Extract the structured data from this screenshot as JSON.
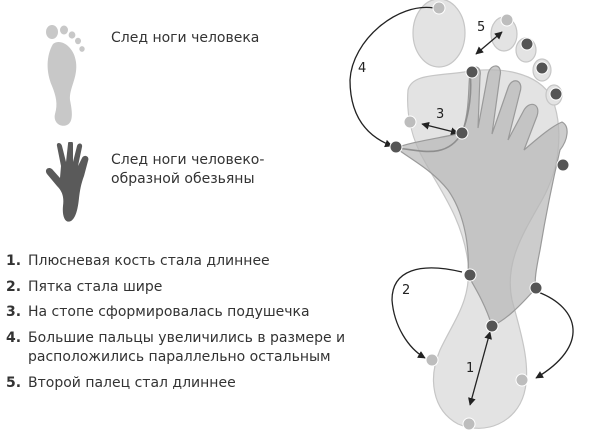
{
  "legend": {
    "human": "След ноги человека",
    "ape_line1": "След ноги человеко-",
    "ape_line2": "образной обезьяны"
  },
  "changes": [
    {
      "num": "1.",
      "text": "Плюсневая кость стала длиннее"
    },
    {
      "num": "2.",
      "text": "Пятка стала шире"
    },
    {
      "num": "3.",
      "text": "На стопе сформировалась подушечка"
    },
    {
      "num": "4.",
      "text": "Большие пальцы увеличились в размере и расположились параллельно остальным"
    },
    {
      "num": "5.",
      "text": "Второй палец стал длиннее"
    }
  ],
  "markers": {
    "m1": "1",
    "m2": "2",
    "m3": "3",
    "m4": "4",
    "m5": "5"
  },
  "colors": {
    "human_print": "#c8c8c8",
    "ape_print": "#5a5a5a",
    "dot_light": "#bdbdbd",
    "dot_dark": "#555555"
  }
}
